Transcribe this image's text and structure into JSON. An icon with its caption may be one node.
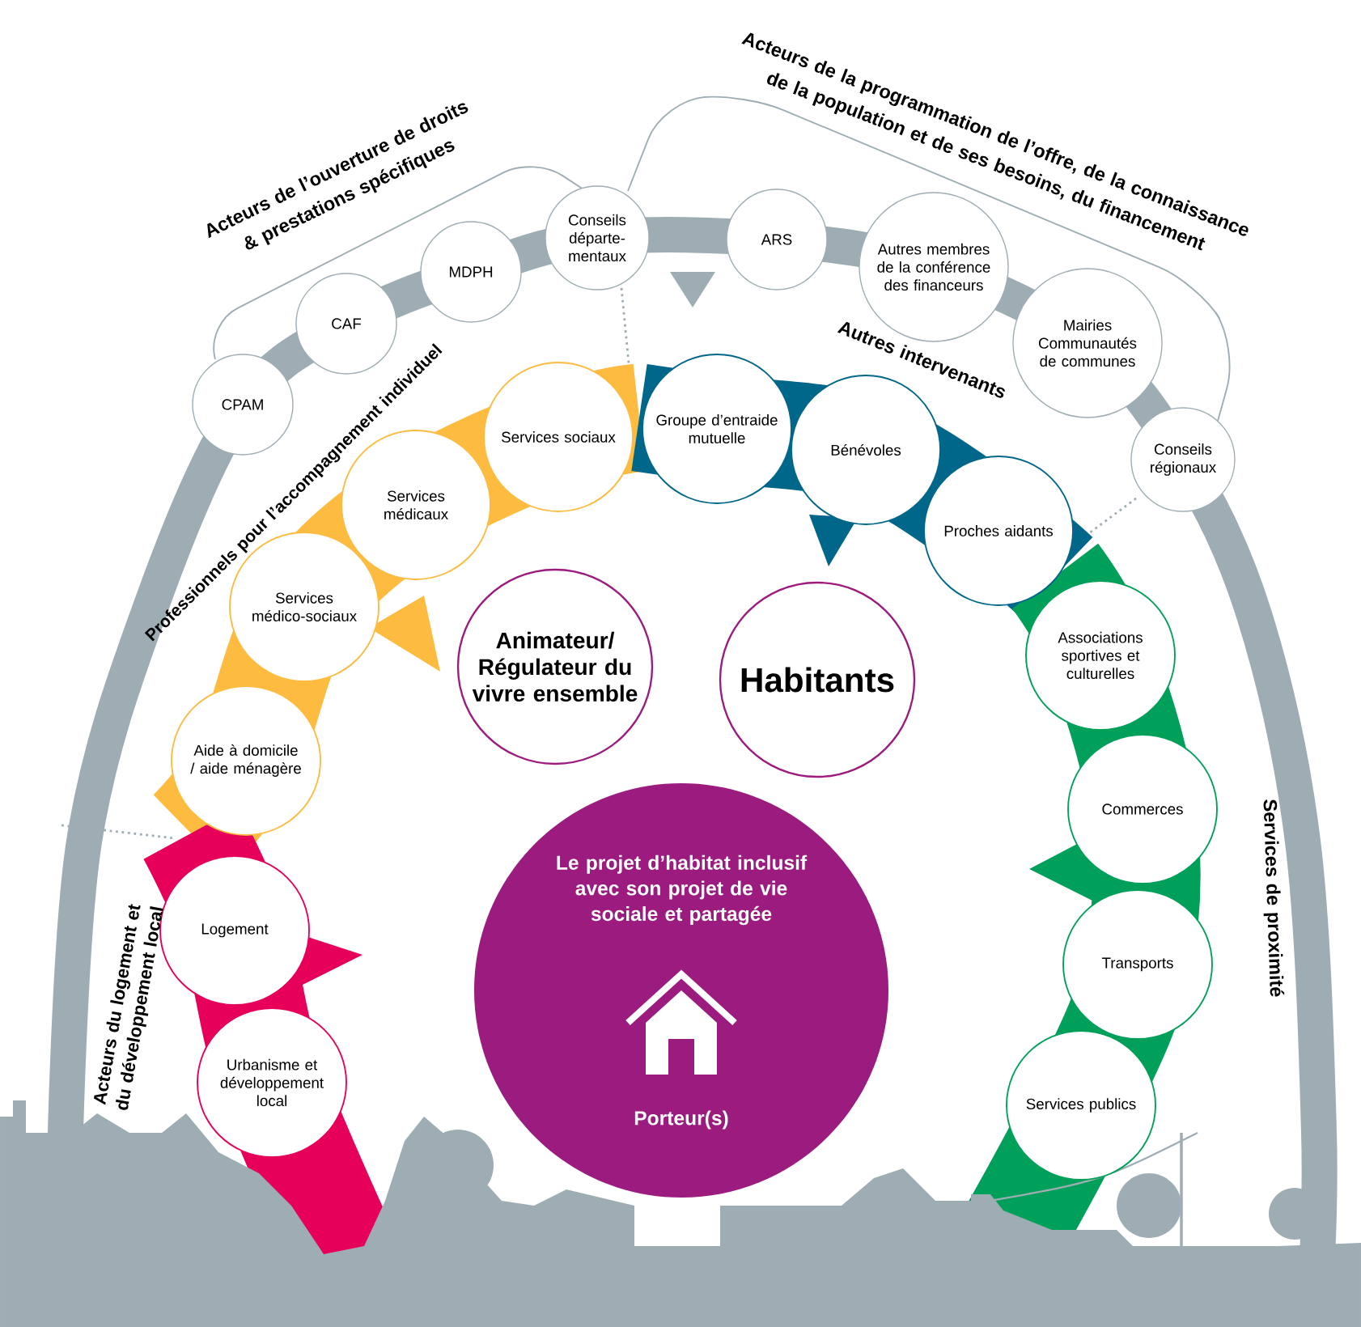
{
  "diagram": {
    "nodes": [
      {
        "text": [
          "CPAM"
        ]
      },
      {
        "text": [
          "CAF"
        ]
      },
      {
        "text": [
          "MDPH"
        ]
      },
      {
        "text": [
          "Conseils départe-mentaux"
        ]
      },
      {
        "text": [
          "ARS"
        ]
      },
      {
        "text": [
          "Autres membres de la conférence des financeurs"
        ]
      },
      {
        "text": [
          "Mairies Communautés de communes"
        ]
      },
      {
        "text": [
          "Conseils régionaux"
        ]
      },
      {
        "text": [
          "Aide à domicile / aide ménagère"
        ]
      },
      {
        "text": [
          "Services médico-sociaux"
        ]
      },
      {
        "text": [
          "Services médicaux"
        ]
      },
      {
        "text": [
          "Services sociaux"
        ]
      },
      {
        "text": [
          "Groupe d’entraide mutuelle"
        ]
      },
      {
        "text": [
          "Bénévoles"
        ]
      },
      {
        "text": [
          "Proches aidants"
        ]
      },
      {
        "text": [
          "Associations sportives et culturelles"
        ]
      },
      {
        "text": [
          "Commerces"
        ]
      },
      {
        "text": [
          "Transports"
        ]
      },
      {
        "text": [
          "Services publics"
        ]
      },
      {
        "text": [
          "Logement"
        ]
      },
      {
        "text": [
          "Urbanisme et développement local"
        ]
      },
      {
        "text": [
          "Animateur/ Régulateur du vivre ensemble"
        ]
      },
      {
        "text": [
          "Habitants"
        ]
      },
      {
        "text": [
          "Le projet d’habitat inclusif avec son projet de vie sociale et partagée",
          "Porteur(s)"
        ]
      }
    ],
    "labels": [
      "Acteurs de l’ouverture de droits & prestations spécifiques",
      "Acteurs de la programmation de l’offre, de la connaissance de la population et de ses besoins, du financement",
      "Autres intervenants",
      "Professionnels pour l’accompagnement individuel",
      "Acteurs du logement et du développement local",
      "Services de proximité"
    ]
  }
}
